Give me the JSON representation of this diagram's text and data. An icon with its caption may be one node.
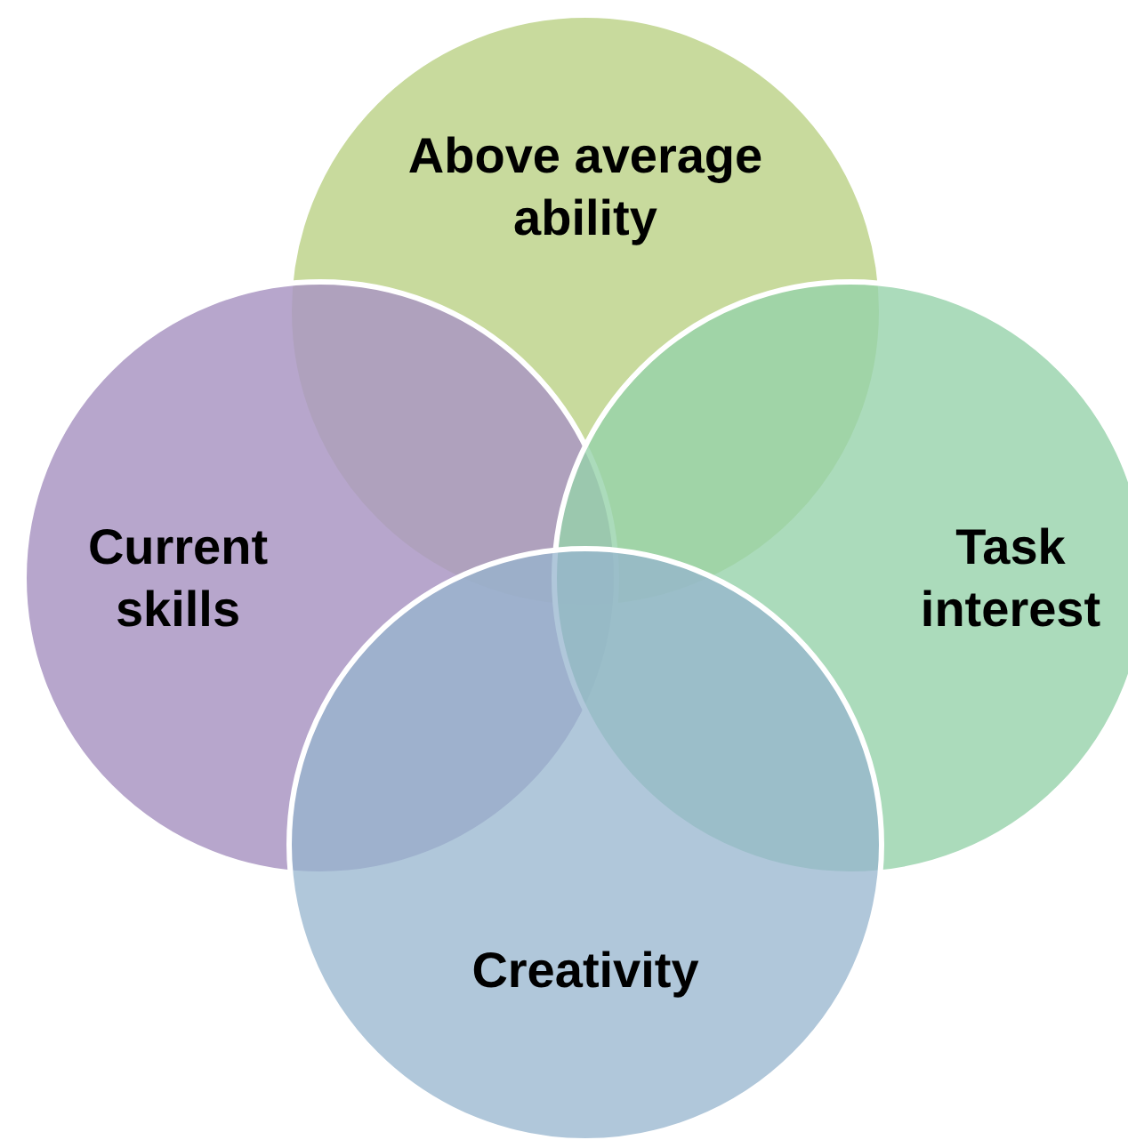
{
  "diagram": {
    "nodes": [
      {
        "text": [
          "Above average ability"
        ]
      },
      {
        "text": [
          "Current skills"
        ]
      },
      {
        "text": [
          "Task interest"
        ]
      },
      {
        "text": [
          "Creativity"
        ]
      }
    ]
  }
}
